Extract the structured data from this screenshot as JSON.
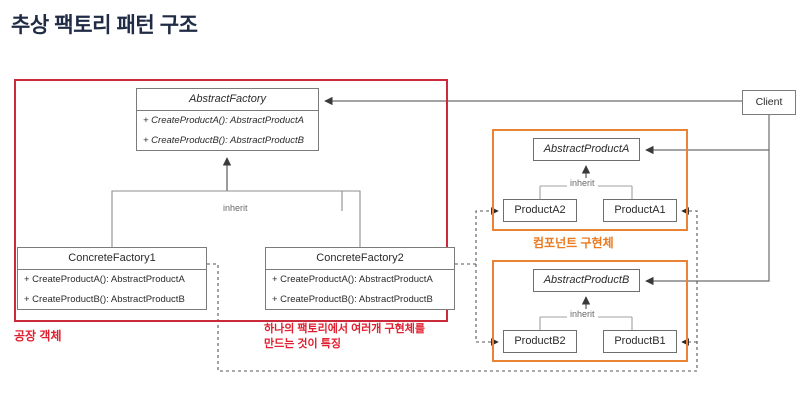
{
  "page": {
    "title": "추상 팩토리 패턴 구조",
    "title_color": "#202B45",
    "background": "#ffffff"
  },
  "colors": {
    "factory_frame": "#CB2A3A",
    "product_frame": "#EA8335",
    "annotation_red": "#E02030",
    "annotation_orange": "#EA7B22",
    "box_border": "#7b7b7b",
    "connector": "#555555"
  },
  "classes": {
    "abstract_factory": {
      "name": "AbstractFactory",
      "stereotype": "abstract",
      "methods": [
        "+ CreateProductA(): AbstractProductA",
        "+ CreateProductB(): AbstractProductB"
      ]
    },
    "concrete_factory_1": {
      "name": "ConcreteFactory1",
      "methods": [
        "+ CreateProductA(): AbstractProductA",
        "+ CreateProductB(): AbstractProductB"
      ]
    },
    "concrete_factory_2": {
      "name": "ConcreteFactory2",
      "methods": [
        "+ CreateProductA(): AbstractProductA",
        "+ CreateProductB(): AbstractProductB"
      ]
    },
    "client": {
      "name": "Client"
    },
    "abstract_product_a": {
      "name": "AbstractProductA",
      "stereotype": "abstract"
    },
    "abstract_product_b": {
      "name": "AbstractProductB",
      "stereotype": "abstract"
    },
    "product_a1": {
      "name": "ProductA1"
    },
    "product_a2": {
      "name": "ProductA2"
    },
    "product_b1": {
      "name": "ProductB1"
    },
    "product_b2": {
      "name": "ProductB2"
    }
  },
  "edge_labels": {
    "inherit_factory": "inherit",
    "inherit_product_a": "inherit",
    "inherit_product_b": "inherit"
  },
  "annotations": {
    "factory_group": "공장 객체",
    "component_group": "컴포넌트 구현체",
    "note": "하나의 팩토리에서 여러개 구현체를\n만드는 것이 특징"
  }
}
